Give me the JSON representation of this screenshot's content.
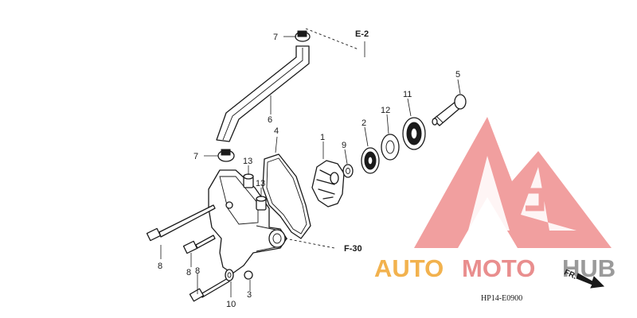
{
  "diagram": {
    "callouts": {
      "p1": "1",
      "p2": "2",
      "p3": "3",
      "p4": "4",
      "p5": "5",
      "p6": "6",
      "p7a": "7",
      "p7b": "7",
      "p8a": "8",
      "p8b": "8",
      "p9": "9",
      "p10": "10",
      "p11": "11",
      "p12": "12",
      "p13a": "13",
      "p13b": "13"
    },
    "refs": {
      "e2": "E-2",
      "f30": "F-30"
    },
    "figure_code": "HP14-E0900",
    "front_label": "FR."
  },
  "watermark": {
    "part1": "AUTO",
    "part2": "MOTO",
    "part3": "HUB",
    "colors": {
      "auto": "#f2b24e",
      "moto": "#e98e8e",
      "hub": "#9a9a9a",
      "logo": "#ef8f8f"
    }
  }
}
